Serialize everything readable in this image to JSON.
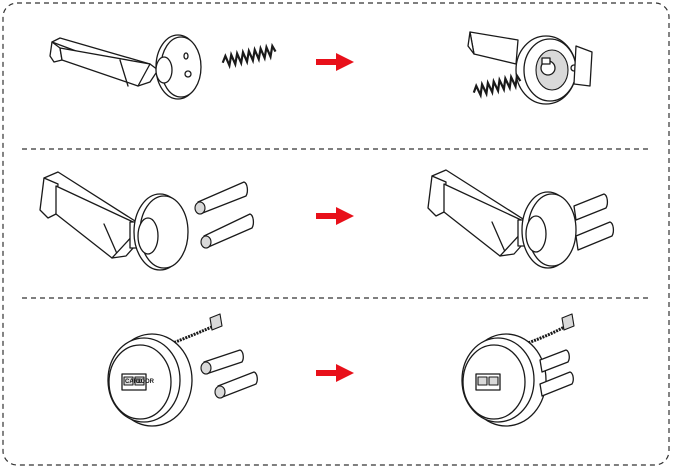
{
  "colors": {
    "arrow": "#e8101a",
    "line": "#1a1a1a",
    "frame": "#333333",
    "background": "#ffffff"
  },
  "steps": [
    {
      "id": "step-1",
      "icons": [
        "lever-handle-icon",
        "spring-icon",
        "arrow-right-icon",
        "lever-with-spring-inserted-icon"
      ]
    },
    {
      "id": "step-2",
      "icons": [
        "lever-handle-icon",
        "mounting-screw-icon",
        "arrow-right-icon",
        "lever-screws-installed-icon"
      ]
    },
    {
      "id": "step-3",
      "icons": [
        "card-reader-module-icon",
        "mounting-screw-icon",
        "arrow-right-icon",
        "card-reader-screws-installed-icon"
      ]
    }
  ],
  "card_label": {
    "left": "CARD",
    "right": "DOOR"
  }
}
